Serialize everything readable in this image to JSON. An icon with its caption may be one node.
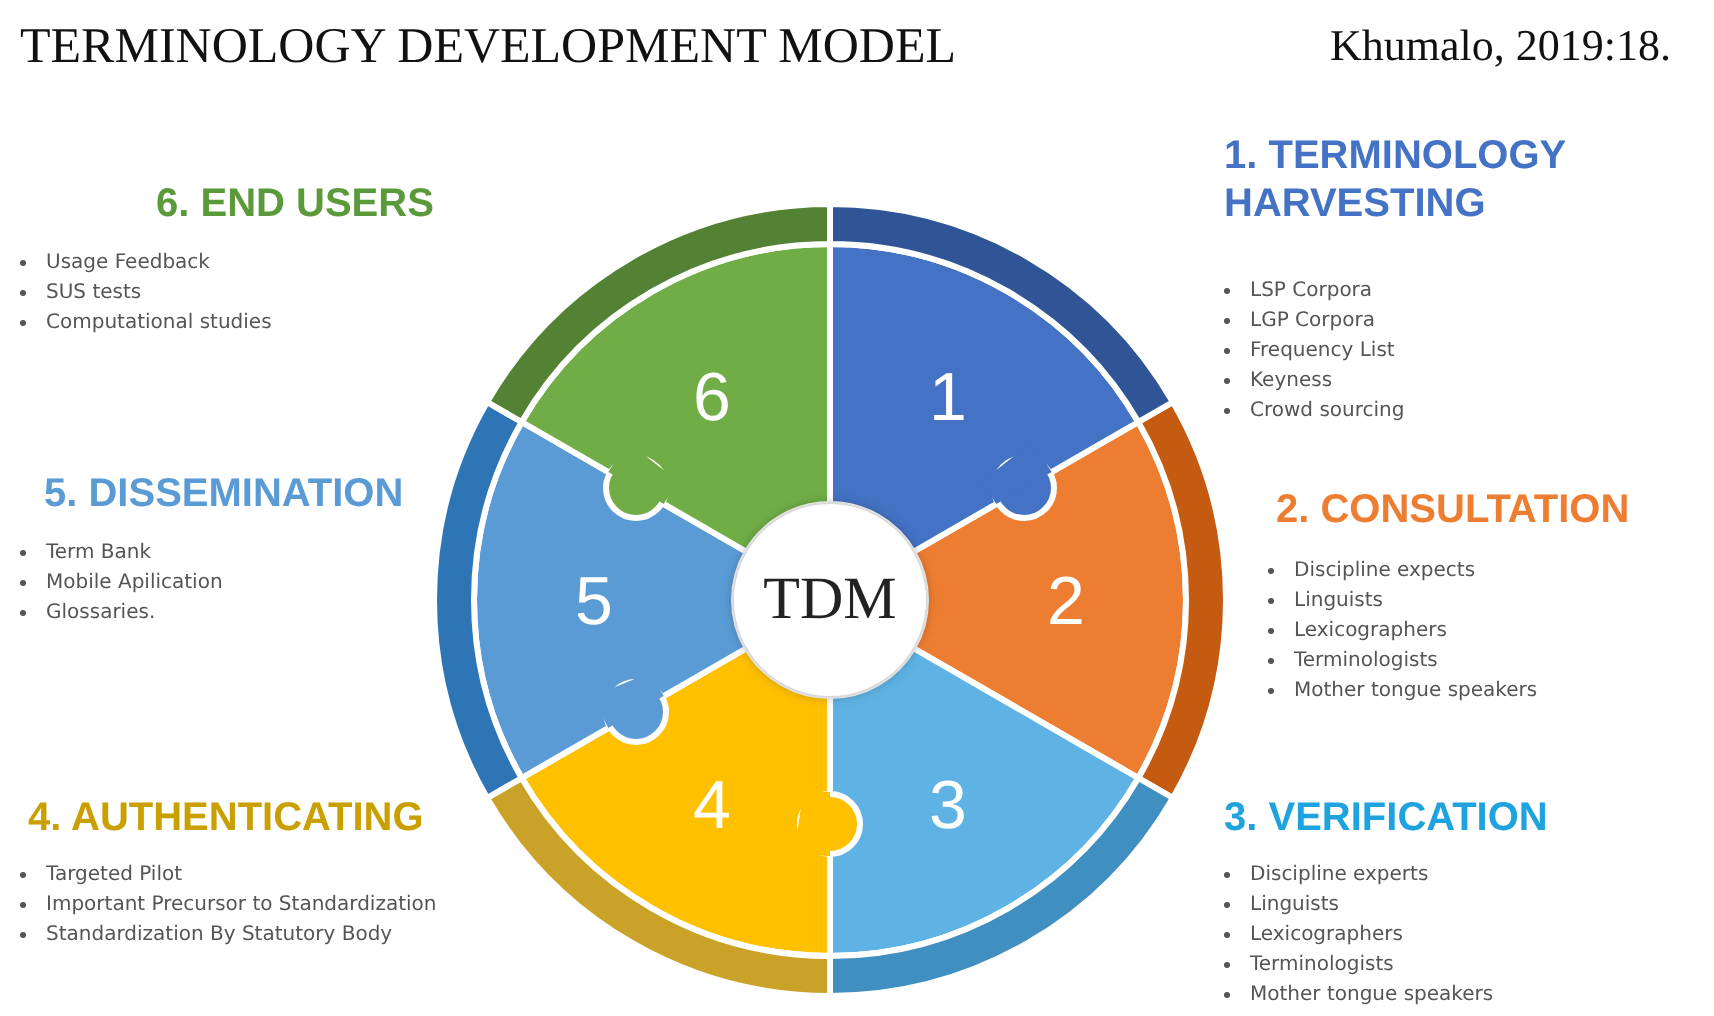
{
  "diagram": {
    "title": "TERMINOLOGY DEVELOPMENT MODEL",
    "nodes": [
      {
        "text": [
          "1"
        ]
      },
      {
        "text": [
          "2"
        ]
      },
      {
        "text": [
          "3"
        ]
      },
      {
        "text": [
          "4"
        ]
      },
      {
        "text": [
          "5"
        ]
      },
      {
        "text": [
          "6"
        ]
      },
      {
        "text": [
          "TDM"
        ]
      }
    ],
    "edges": [],
    "labels": [
      "Khumalo, 2019:18.",
      "6. END USERS",
      "Usage Feedback",
      "SUS tests",
      "Computational studies",
      "1. TERMINOLOGY HARVESTING",
      "LSP Corpora",
      "LGP Corpora",
      "Frequency List",
      "Keyness",
      "Crowd sourcing",
      "5. DISSEMINATION",
      "Term Bank",
      "Mobile Apilication",
      "Glossaries.",
      "2. CONSULTATION",
      "Discipline expects",
      "Linguists",
      "Lexicographers",
      "Terminologists",
      "Mother tongue speakers",
      "4. AUTHENTICATING",
      "Targeted Pilot",
      "Important Precursor to Standardization",
      "Standardization By Statutory Body",
      "3. VERIFICATION",
      "Discipline experts",
      "Linguists",
      "Lexicographers",
      "Terminologists",
      "Mother tongue speakers"
    ]
  }
}
